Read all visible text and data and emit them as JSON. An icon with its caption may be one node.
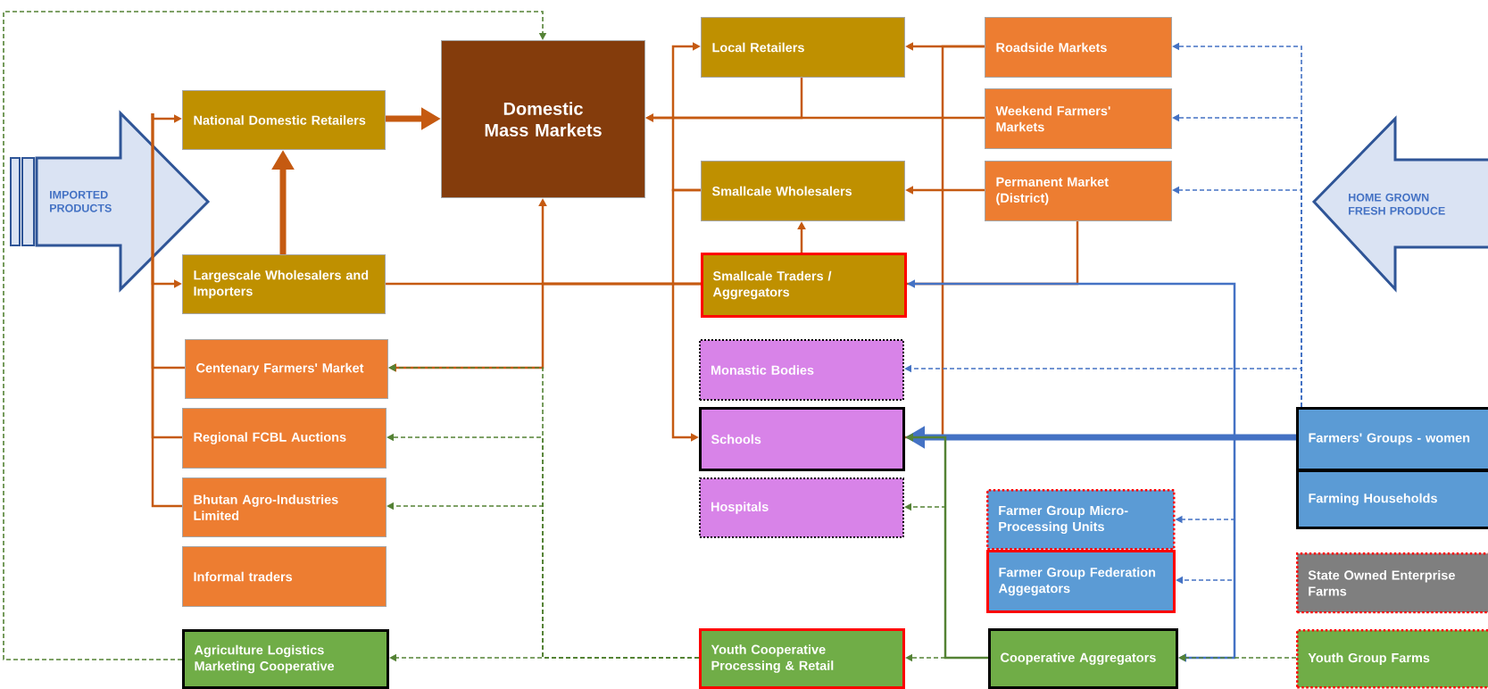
{
  "diagram": {
    "nodes": [
      {
        "text": [
          "IMPORTED PRODUCTS"
        ]
      },
      {
        "text": [
          "National Domestic Retailers"
        ]
      },
      {
        "text": [
          "Largescale Wholesalers and Importers"
        ]
      },
      {
        "text": [
          "Centenary Farmers' Market"
        ]
      },
      {
        "text": [
          "Regional FCBL Auctions"
        ]
      },
      {
        "text": [
          "Bhutan Agro-Industries Limited"
        ]
      },
      {
        "text": [
          "Informal traders"
        ]
      },
      {
        "text": [
          "Agriculture Logistics Marketing Cooperative"
        ]
      },
      {
        "text": [
          "Domestic Mass Markets"
        ]
      },
      {
        "text": [
          "Local Retailers"
        ]
      },
      {
        "text": [
          "Smallcale Wholesalers"
        ]
      },
      {
        "text": [
          "Smallcale Traders / Aggregators"
        ]
      },
      {
        "text": [
          "Monastic Bodies"
        ]
      },
      {
        "text": [
          "Schools"
        ]
      },
      {
        "text": [
          "Hospitals"
        ]
      },
      {
        "text": [
          "Youth Cooperative Processing & Retail"
        ]
      },
      {
        "text": [
          "Roadside Markets"
        ]
      },
      {
        "text": [
          "Weekend Farmers' Markets"
        ]
      },
      {
        "text": [
          "Permanent Market (District)"
        ]
      },
      {
        "text": [
          "Farmer Group Micro-Processing Units"
        ]
      },
      {
        "text": [
          "Farmer Group Federation Aggegators"
        ]
      },
      {
        "text": [
          "Cooperative Aggregators"
        ]
      },
      {
        "text": [
          "HOME GROWN FRESH PRODUCE"
        ]
      },
      {
        "text": [
          "Farmers' Groups - women"
        ]
      },
      {
        "text": [
          "Farming Households"
        ]
      },
      {
        "text": [
          "State Owned Enterprise Farms"
        ]
      },
      {
        "text": [
          "Youth Group Farms"
        ]
      }
    ],
    "edges": [
      {
        "from": 0,
        "to": 1,
        "arrow": "to"
      },
      {
        "from": 0,
        "to": 2,
        "arrow": "to"
      },
      {
        "from": 0,
        "to": 3,
        "arrow": "none"
      },
      {
        "from": 0,
        "to": 4,
        "arrow": "none"
      },
      {
        "from": 0,
        "to": 5,
        "arrow": "none"
      },
      {
        "from": 1,
        "to": 8,
        "arrow": "to",
        "style": "thick"
      },
      {
        "from": 2,
        "to": 1,
        "arrow": "to",
        "style": "thick"
      },
      {
        "from": 2,
        "to": 11,
        "arrow": "none"
      },
      {
        "from": 11,
        "to": 8,
        "arrow": "to"
      },
      {
        "from": 11,
        "to": 3,
        "arrow": "to"
      },
      {
        "from": 11,
        "to": 10,
        "arrow": "to"
      },
      {
        "from": 16,
        "to": 9,
        "arrow": "to"
      },
      {
        "from": 18,
        "to": 10,
        "arrow": "to"
      },
      {
        "from": 17,
        "to": 8,
        "arrow": "to"
      },
      {
        "from": 9,
        "to": 8,
        "arrow": "to"
      },
      {
        "from": 10,
        "to": 9,
        "arrow": "to"
      },
      {
        "from": 10,
        "to": 13,
        "arrow": "to"
      },
      {
        "from": 16,
        "to": 13,
        "arrow": "none"
      },
      {
        "from": 18,
        "to": 11,
        "arrow": "none"
      },
      {
        "from": 23,
        "to": 16,
        "arrow": "to",
        "style": "dashed",
        "color": "#4472c4"
      },
      {
        "from": 23,
        "to": 17,
        "arrow": "to",
        "style": "dashed",
        "color": "#4472c4"
      },
      {
        "from": 23,
        "to": 18,
        "arrow": "to",
        "style": "dashed",
        "color": "#4472c4"
      },
      {
        "from": 23,
        "to": 12,
        "arrow": "to",
        "style": "dashed",
        "color": "#4472c4"
      },
      {
        "from": 23,
        "to": 11,
        "arrow": "to",
        "color": "#4472c4"
      },
      {
        "from": 23,
        "to": 13,
        "arrow": "to",
        "style": "thick",
        "color": "#4472c4"
      },
      {
        "from": 23,
        "to": 21,
        "arrow": "to",
        "color": "#4472c4"
      },
      {
        "from": 23,
        "to": 19,
        "arrow": "to",
        "style": "dashed",
        "color": "#4472c4"
      },
      {
        "from": 23,
        "to": 20,
        "arrow": "to",
        "style": "dashed",
        "color": "#4472c4"
      },
      {
        "from": 26,
        "to": 21,
        "arrow": "to",
        "style": "dashed",
        "color": "#548235"
      },
      {
        "from": 21,
        "to": 15,
        "arrow": "to",
        "style": "dashed",
        "color": "#548235"
      },
      {
        "from": 21,
        "to": 13,
        "arrow": "to",
        "color": "#548235"
      },
      {
        "from": 21,
        "to": 14,
        "arrow": "to",
        "style": "dashed",
        "color": "#548235"
      },
      {
        "from": 15,
        "to": 7,
        "arrow": "to",
        "style": "dashed",
        "color": "#548235"
      },
      {
        "from": 15,
        "to": 4,
        "arrow": "to",
        "style": "dashed",
        "color": "#548235"
      },
      {
        "from": 15,
        "to": 5,
        "arrow": "to",
        "style": "dashed",
        "color": "#548235"
      },
      {
        "from": 15,
        "to": 3,
        "arrow": "to",
        "style": "dashed",
        "color": "#548235"
      },
      {
        "from": 7,
        "to": 8,
        "arrow": "to",
        "style": "dashed",
        "color": "#548235"
      }
    ]
  }
}
